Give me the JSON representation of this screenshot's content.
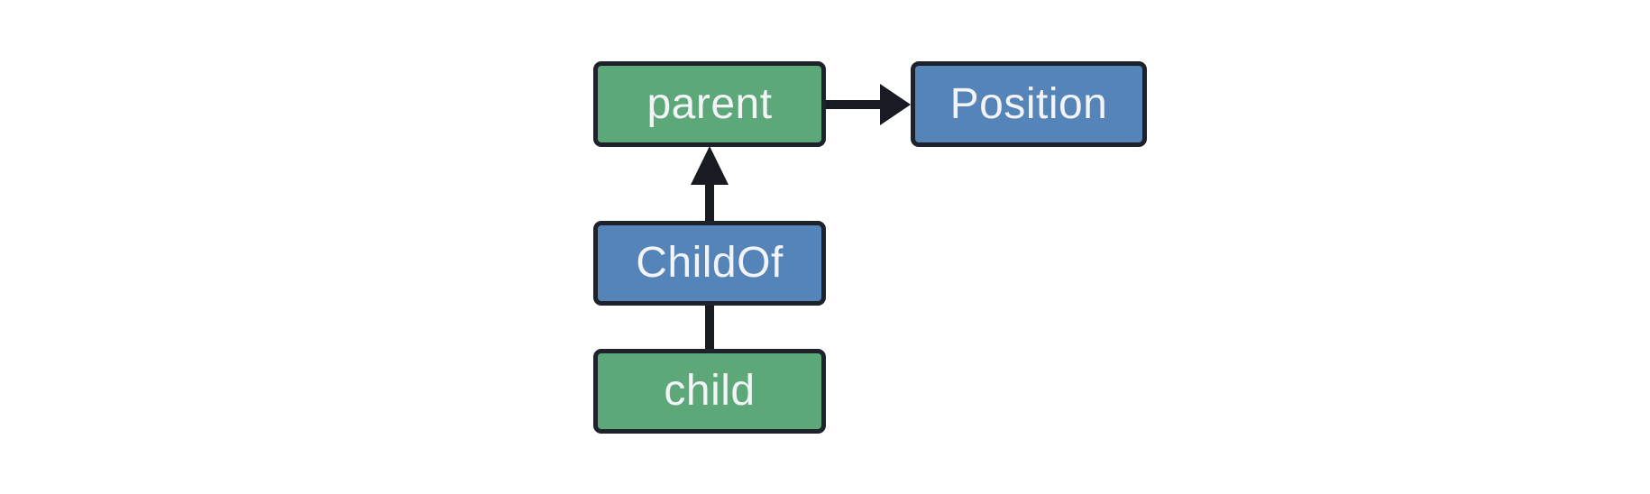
{
  "diagram": {
    "type": "entity-relationship-graph",
    "background_color": "#ffffff",
    "colors": {
      "entity_fill_green": "#5da878",
      "component_fill_blue": "#5584b8",
      "node_outline": "#1e222a",
      "connector": "#181b21",
      "label_text": "#f2f4f8"
    },
    "nodes": {
      "parent": {
        "label": "parent",
        "kind": "entity",
        "fill": "#5da878"
      },
      "position": {
        "label": "Position",
        "kind": "component",
        "fill": "#5584b8"
      },
      "childof": {
        "label": "ChildOf",
        "kind": "relationship",
        "fill": "#5584b8"
      },
      "child": {
        "label": "child",
        "kind": "entity",
        "fill": "#5da878"
      }
    },
    "edges": [
      {
        "from": "parent",
        "to": "Position",
        "connector": "arrow",
        "direction": "right"
      },
      {
        "from": "ChildOf",
        "to": "parent",
        "connector": "arrow",
        "direction": "up"
      },
      {
        "from": "child",
        "to": "ChildOf",
        "connector": "line",
        "direction": "up"
      }
    ]
  }
}
